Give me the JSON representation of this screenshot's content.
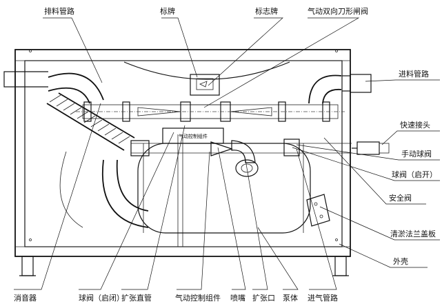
{
  "labels": {
    "discharge_pipe": "排料管路",
    "nameplate": "标牌",
    "logo_plate": "标志牌",
    "pneumatic_knife_valve": "气动双向刀形闸阀",
    "feed_pipe": "进料管路",
    "quick_connector": "快速接头",
    "manual_ball_valve": "手动球阀",
    "ball_valve_open": "球阀（启开）",
    "safety_valve": "安全阀",
    "cleanout_flange_cover": "清淤法兰盖板",
    "housing": "外壳",
    "muffler": "消音器",
    "ball_valve_open_close": "球阀（启闭）",
    "expansion_straight_pipe": "扩张直管",
    "pneumatic_control_assembly": "气动控制组件",
    "nozzle": "喷嘴",
    "expansion_port": "扩张口",
    "pump_body": "泵体",
    "air_inlet_pipe": "进气管路",
    "inner_box_label": "气动控制组件"
  }
}
